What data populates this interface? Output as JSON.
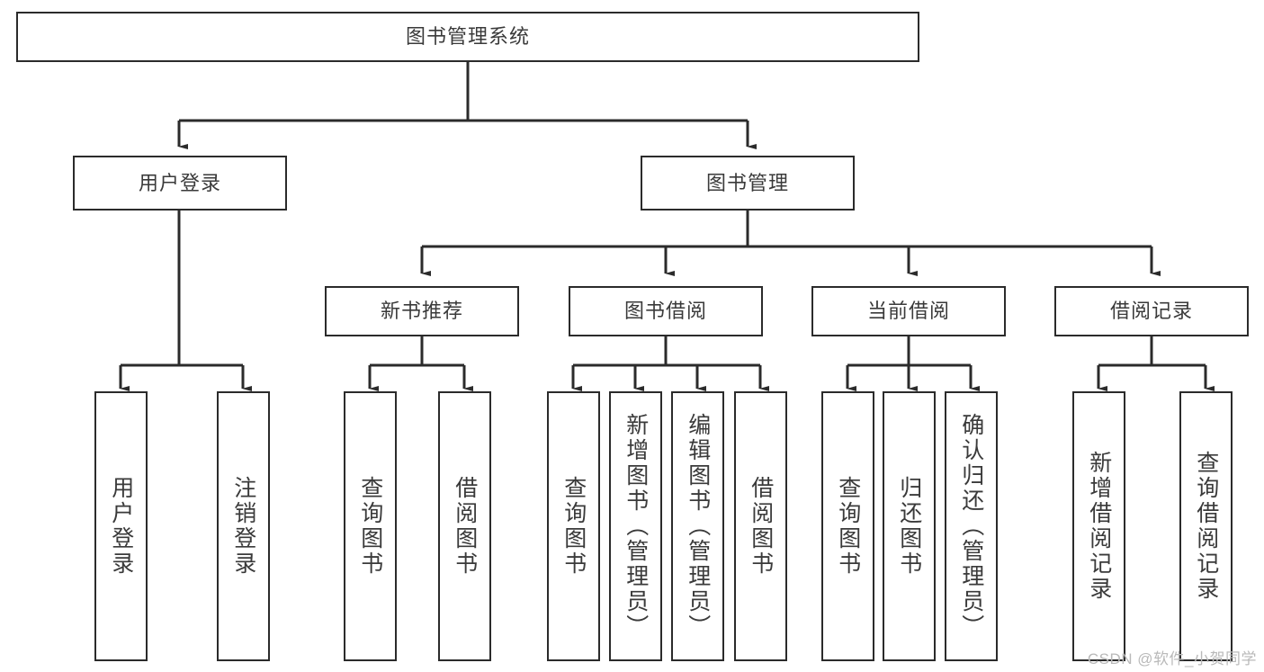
{
  "diagram": {
    "title": "图书管理系统",
    "type": "hierarchy-tree",
    "root": {
      "label": "图书管理系统"
    },
    "level2": [
      {
        "label": "用户登录"
      },
      {
        "label": "图书管理"
      }
    ],
    "level3": [
      {
        "label": "新书推荐"
      },
      {
        "label": "图书借阅"
      },
      {
        "label": "当前借阅"
      },
      {
        "label": "借阅记录"
      }
    ],
    "leaves": {
      "user_login": [
        {
          "label": "用户登录"
        },
        {
          "label": "注销登录"
        }
      ],
      "new_book_recommend": [
        {
          "label": "查询图书"
        },
        {
          "label": "借阅图书"
        }
      ],
      "book_borrow": [
        {
          "label": "查询图书"
        },
        {
          "label": "新增图书（管理员）"
        },
        {
          "label": "编辑图书（管理员）"
        },
        {
          "label": "借阅图书"
        }
      ],
      "current_borrow": [
        {
          "label": "查询图书"
        },
        {
          "label": "归还图书"
        },
        {
          "label": "确认归还（管理员）"
        }
      ],
      "borrow_record": [
        {
          "label": "新增借阅记录"
        },
        {
          "label": "查询借阅记录"
        }
      ]
    }
  },
  "watermark": {
    "text": "CSDN @软件_小贺同学"
  },
  "colors": {
    "stroke": "#2b2b2b",
    "text": "#3a3a3a",
    "background": "#ffffff",
    "watermark": "#b9b9b9"
  }
}
